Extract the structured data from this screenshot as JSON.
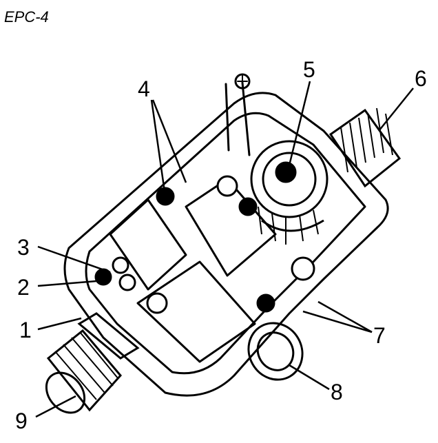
{
  "title": "EPC-4",
  "callouts": [
    {
      "id": "1",
      "label": "1"
    },
    {
      "id": "2",
      "label": "2"
    },
    {
      "id": "3",
      "label": "3"
    },
    {
      "id": "4",
      "label": "4"
    },
    {
      "id": "5",
      "label": "5"
    },
    {
      "id": "6",
      "label": "6"
    },
    {
      "id": "7",
      "label": "7"
    },
    {
      "id": "8",
      "label": "8"
    },
    {
      "id": "9",
      "label": "9"
    }
  ]
}
